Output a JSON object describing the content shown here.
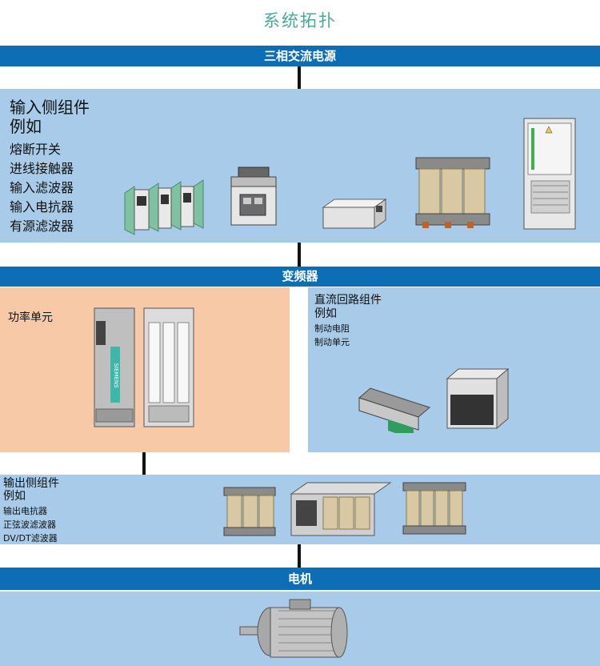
{
  "title": "系统拓扑",
  "supply_bar": "三相交流电源",
  "input_section": {
    "heading_line1": "输入侧组件",
    "heading_line2": "例如",
    "items": [
      "熔断开关",
      "进线接触器",
      "输入滤波器",
      "输入电抗器",
      "有源滤波器"
    ]
  },
  "converter_bar": "变频器",
  "power_unit": {
    "label": "功率单元",
    "brand": "SIEMENS"
  },
  "dc_section": {
    "heading_line1": "直流回路组件",
    "heading_line2": "例如",
    "items": [
      "制动电阻",
      "制动单元"
    ]
  },
  "output_section": {
    "heading_line1": "输出侧组件",
    "heading_line2": "例如",
    "items": [
      "输出电抗器",
      "正弦波滤波器",
      "DV/DT滤波器"
    ]
  },
  "motor_bar": "电机",
  "colors": {
    "bar_blue": "#0d6eb6",
    "panel_blue": "#a7cbe8",
    "panel_peach": "#f8c9a6",
    "title_teal": "#4aa79a"
  }
}
